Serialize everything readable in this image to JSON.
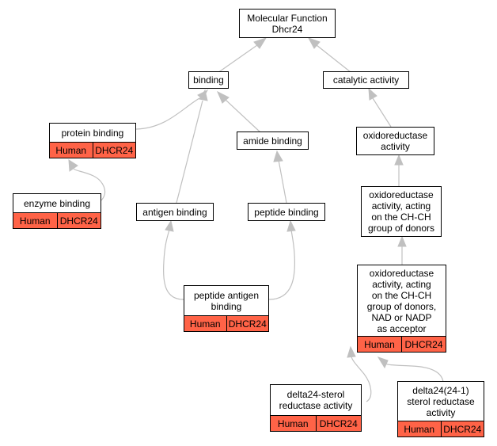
{
  "colors": {
    "annotation_fill": "#ff6347",
    "edge": "#c0c0c0",
    "node_border": "#000000"
  },
  "nodes": {
    "molecular_function": {
      "title": "Molecular Function\nDhcr24"
    },
    "binding": {
      "title": "binding"
    },
    "catalytic_activity": {
      "title": "catalytic activity"
    },
    "protein_binding": {
      "title": "protein binding",
      "species": "Human",
      "gene": "DHCR24"
    },
    "amide_binding": {
      "title": "amide binding"
    },
    "oxidoreductase_activity": {
      "title": "oxidoreductase\nactivity"
    },
    "enzyme_binding": {
      "title": "enzyme binding",
      "species": "Human",
      "gene": "DHCR24"
    },
    "antigen_binding": {
      "title": "antigen binding"
    },
    "peptide_binding": {
      "title": "peptide binding"
    },
    "oxidoreductase_ch_ch": {
      "title": "oxidoreductase\nactivity, acting\non the CH-CH\ngroup of donors"
    },
    "peptide_antigen_binding": {
      "title": "peptide antigen\nbinding",
      "species": "Human",
      "gene": "DHCR24"
    },
    "oxidoreductase_nadp": {
      "title": "oxidoreductase\nactivity, acting\non the CH-CH\ngroup of donors,\nNAD or NADP\nas acceptor",
      "species": "Human",
      "gene": "DHCR24"
    },
    "delta24_sterol_reductase": {
      "title": "delta24-sterol\nreductase activity",
      "species": "Human",
      "gene": "DHCR24"
    },
    "delta24_1_sterol_reductase": {
      "title": "delta24(24-1)\nsterol reductase\nactivity",
      "species": "Human",
      "gene": "DHCR24"
    }
  }
}
